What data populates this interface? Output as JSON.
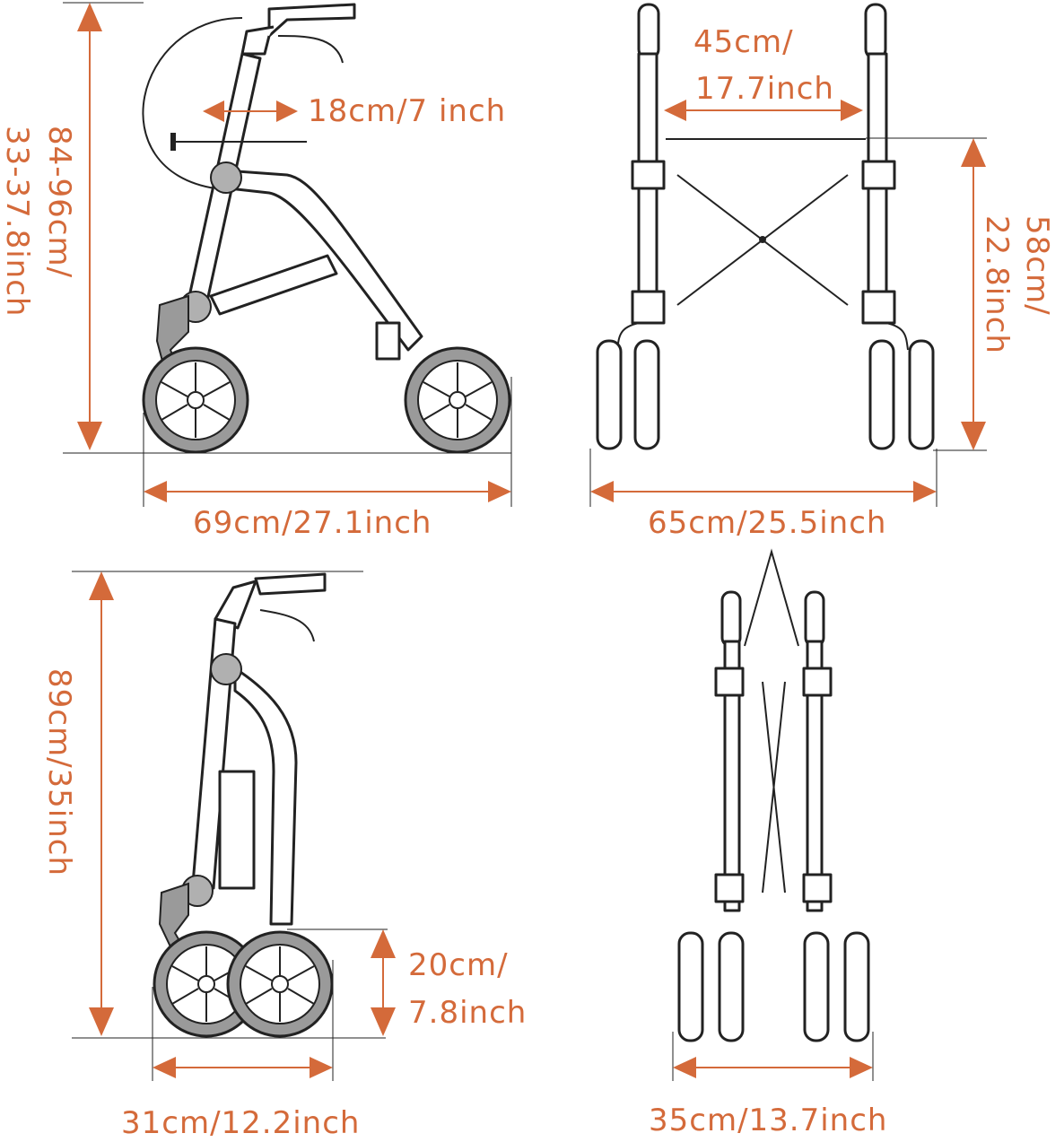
{
  "title": "Rollator walker dimensions",
  "colors": {
    "accent": "#d46a3a",
    "line": "#222222",
    "tire": "#9a9a9a"
  },
  "side_view": {
    "height_line1": "84-96cm/",
    "height_line2": "33-37.8inch",
    "seat_depth": "18cm/7 inch",
    "length": "69cm/27.1inch"
  },
  "front_view": {
    "inner_width_line1": "45cm/",
    "inner_width_line2": "17.7inch",
    "seat_height_line1": "58cm/",
    "seat_height_line2": "22.8inch",
    "width": "65cm/25.5inch"
  },
  "folded_side_view": {
    "height": "89cm/35inch",
    "wheel_line1": "20cm/",
    "wheel_line2": "7.8inch",
    "depth": "31cm/12.2inch"
  },
  "folded_front_view": {
    "width": "35cm/13.7inch"
  }
}
